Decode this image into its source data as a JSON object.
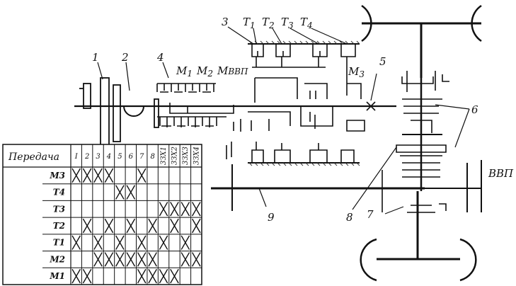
{
  "labels": {
    "n1": "1",
    "n2": "2",
    "n3": "3",
    "n4": "4",
    "n5": "5",
    "n6": "6",
    "n7": "7",
    "n8": "8",
    "n9": "9",
    "t1": "T",
    "t1s": "1",
    "t2": "T",
    "t2s": "2",
    "t3": "T",
    "t3s": "3",
    "t4": "T",
    "t4s": "4",
    "m1": "M",
    "m1s": "1",
    "m2": "M",
    "m2s": "2",
    "mvvp": "M",
    "mvvps": "ВВП",
    "m3": "M",
    "m3s": "3",
    "vvp": "ВВП"
  },
  "table": {
    "header": "Передача",
    "columns": [
      "I",
      "2",
      "3",
      "4",
      "5",
      "6",
      "7",
      "8",
      "3ЗХ1",
      "3ЗХ2",
      "3ЗХ3",
      "3ЗХ4"
    ],
    "rows": [
      {
        "label": "M3",
        "marks": [
          1,
          1,
          1,
          1,
          0,
          0,
          1,
          0,
          0,
          0,
          0,
          0
        ]
      },
      {
        "label": "T4",
        "marks": [
          0,
          0,
          0,
          0,
          1,
          1,
          0,
          0,
          0,
          0,
          0,
          0
        ]
      },
      {
        "label": "T3",
        "marks": [
          0,
          0,
          0,
          0,
          0,
          0,
          0,
          0,
          1,
          1,
          1,
          1
        ]
      },
      {
        "label": "T2",
        "marks": [
          0,
          1,
          0,
          1,
          0,
          1,
          0,
          1,
          0,
          1,
          0,
          1
        ]
      },
      {
        "label": "T1",
        "marks": [
          1,
          0,
          1,
          0,
          1,
          0,
          1,
          0,
          1,
          0,
          1,
          0
        ]
      },
      {
        "label": "M2",
        "marks": [
          0,
          0,
          1,
          1,
          1,
          1,
          1,
          1,
          0,
          0,
          1,
          1
        ]
      },
      {
        "label": "M1",
        "marks": [
          1,
          1,
          0,
          0,
          0,
          0,
          1,
          1,
          1,
          1,
          0,
          0
        ]
      }
    ]
  }
}
